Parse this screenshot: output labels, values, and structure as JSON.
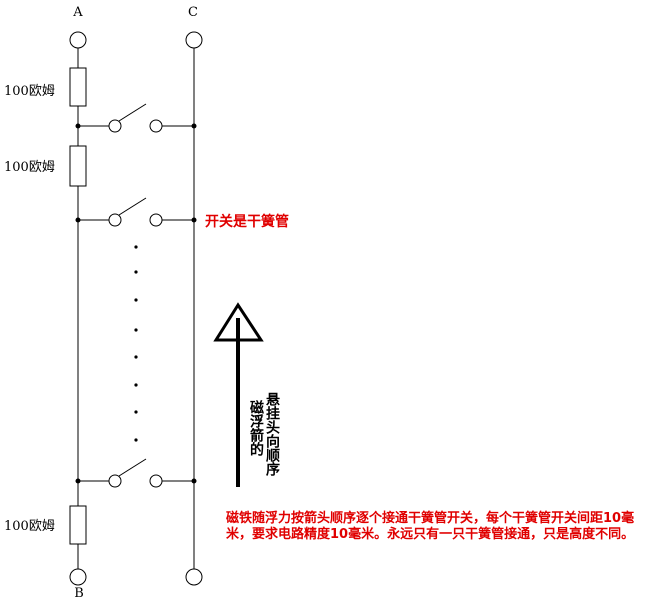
{
  "terminals": {
    "a": "A",
    "b": "B",
    "c": "C"
  },
  "resistors": {
    "r1": "100欧姆",
    "r2": "100欧姆",
    "r3": "100欧姆"
  },
  "switch_note": "开关是干簧管",
  "arrow_note_col1": "磁浮箭的",
  "arrow_note_col2": "悬挂头向顺序",
  "bottom_note": "磁铁随浮力按箭头顺序逐个接通干簧管开关，每个干簧管开关间距10毫米，要求电路精度10毫米。永远只有一只干簧管接通，只是高度不同。"
}
